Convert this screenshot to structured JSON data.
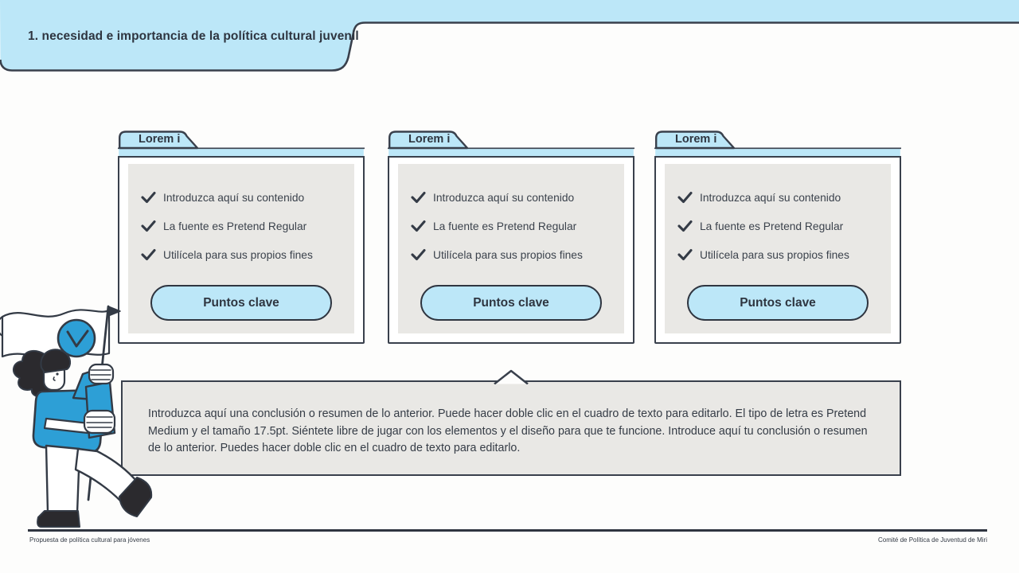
{
  "slide": {
    "title": "1. necesidad e importancia de la política cultural juvenil",
    "footer_left": "Propuesta de política cultural para jóvenes",
    "footer_right": "Comité de Política de Juventud de Miri"
  },
  "cards": [
    {
      "tab": "Lorem i",
      "items": [
        "Introduzca aquí su contenido",
        "La fuente es Pretend Regular",
        "Utilícela para sus propios fines"
      ],
      "button": "Puntos clave"
    },
    {
      "tab": "Lorem i",
      "items": [
        "Introduzca aquí su contenido",
        "La fuente es Pretend Regular",
        "Utilícela para sus propios fines"
      ],
      "button": "Puntos clave"
    },
    {
      "tab": "Lorem i",
      "items": [
        "Introduzca aquí su contenido",
        "La fuente es Pretend Regular",
        "Utilícela para sus propios fines"
      ],
      "button": "Puntos clave"
    }
  ],
  "conclusion": {
    "text": "Introduzca aquí una conclusión o resumen de lo anterior. Puede hacer doble clic en el cuadro de texto para editarlo. El tipo de letra es Pretend Medium y el tamaño 17.5pt. Siéntete libre de jugar con los elementos y el diseño para que te funcione. Introduce aquí tu conclusión o resumen de lo anterior. Puedes hacer doble clic en el cuadro de texto para editarlo."
  },
  "icons": {
    "check": "check-icon",
    "clock": "clock-icon",
    "flag": "flag-icon"
  },
  "colors": {
    "accent_light_blue": "#bce7f8",
    "accent_bright_blue": "#2d9fd6",
    "ink_dark": "#39404c",
    "panel_gray": "#e9e8e5",
    "background": "#fdfdfc"
  }
}
